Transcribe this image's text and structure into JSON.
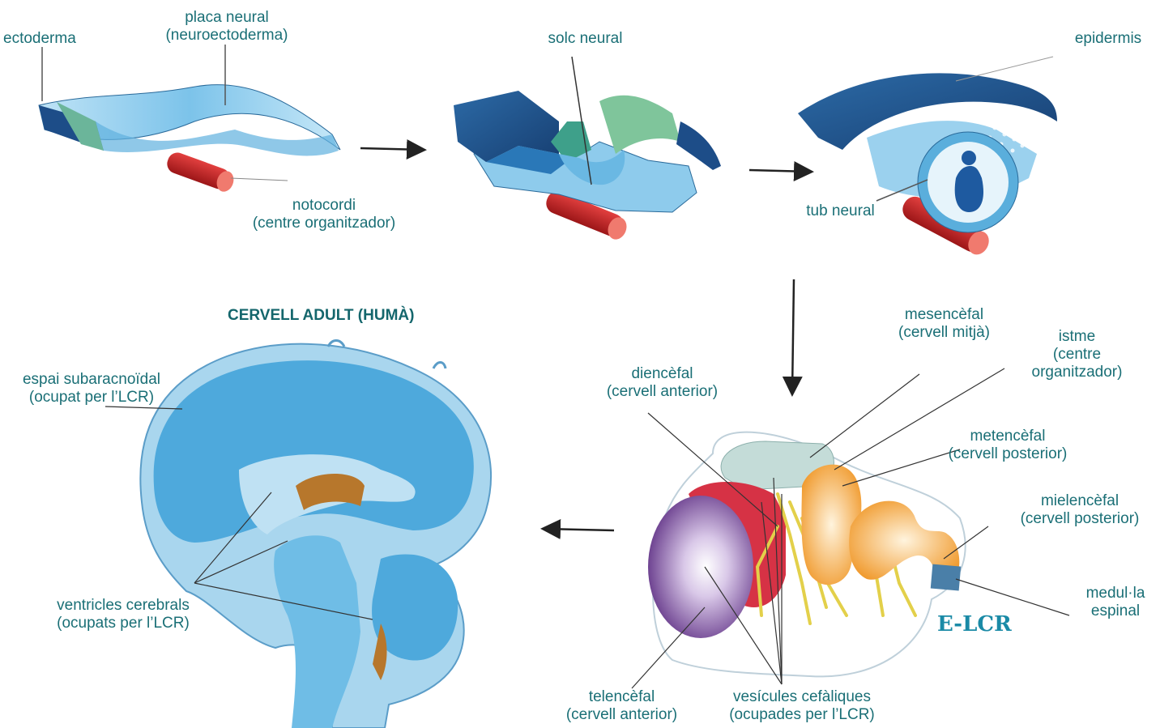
{
  "labels": {
    "ectoderma": "ectoderma",
    "placa_neural": [
      "placa neural",
      "(neuroectoderma)"
    ],
    "notocordi": [
      "notocordi",
      "(centre organitzador)"
    ],
    "solc_neural": "solc neural",
    "epidermis": "epidermis",
    "tub_neural": "tub neural",
    "cervell_adult": "CERVELL ADULT (HUMÀ)",
    "espai_subaracnoidal": [
      "espai subaracnoïdal",
      "(ocupat per l’LCR)"
    ],
    "ventricles_cerebrals": [
      "ventricles cerebrals",
      "(ocupats per l’LCR)"
    ],
    "mesencefal": [
      "mesencèfal",
      "(cervell mitjà)"
    ],
    "istme": [
      "istme",
      "(centre",
      "organitzador)"
    ],
    "diencefal": [
      "diencèfal",
      "(cervell anterior)"
    ],
    "metencefal": [
      "metencèfal",
      "(cervell posterior)"
    ],
    "mielencefal": [
      "mielencèfal",
      "(cervell posterior)"
    ],
    "medulla_espinal": [
      "medul·la",
      "espinal"
    ],
    "elcr": "E-LCR",
    "telencefal": [
      "telencèfal",
      "(cervell anterior)"
    ],
    "vesicules_cefaliques": [
      "vesícules cefàliques",
      "(ocupades per l’LCR)"
    ]
  },
  "colors": {
    "label_text": "#1a6f76",
    "elcr_text": "#1a8aa6",
    "tissue_light_blue": "#a9d6ee",
    "tissue_mid_blue": "#4aa6da",
    "tissue_dark_blue": "#1c4f8c",
    "tissue_green": "#6bb59a",
    "notochord_red": "#d7262a",
    "vesicle_purple": "#6a3b8e",
    "vesicle_orange": "#f3a23b",
    "nerve_yellow": "#e4d35a",
    "choroid_brown": "#b7772c"
  }
}
